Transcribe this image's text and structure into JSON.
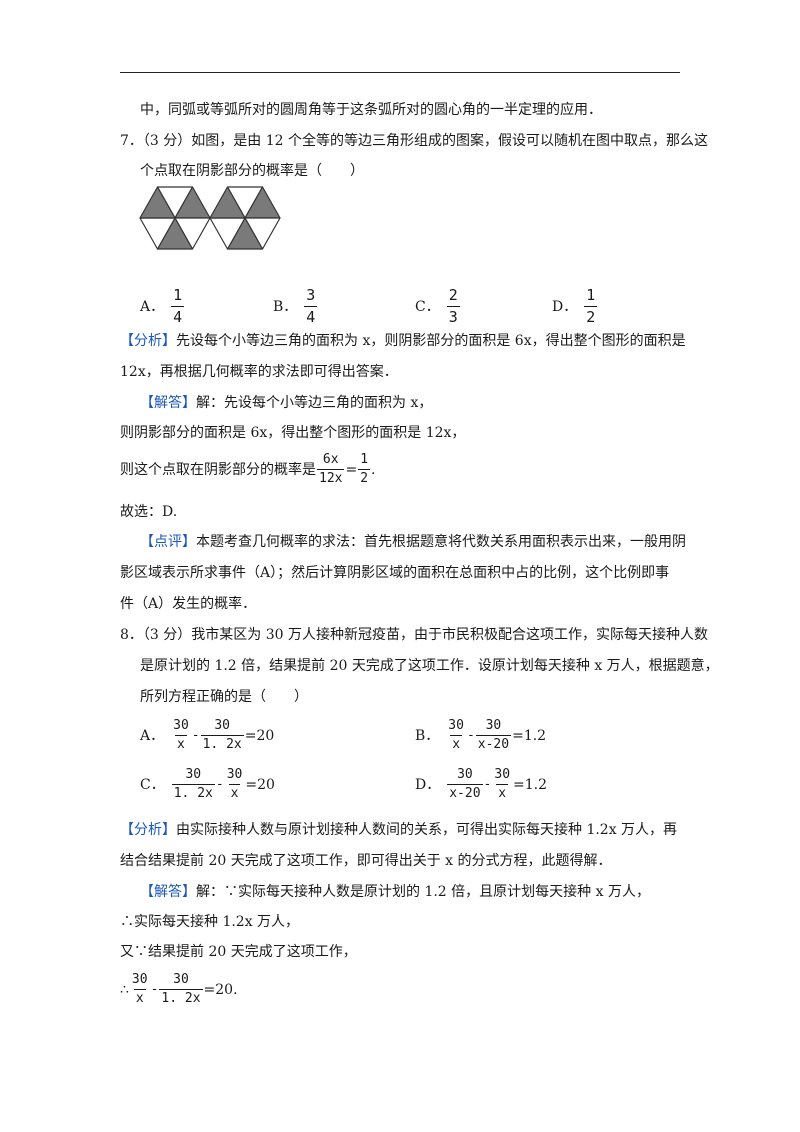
{
  "line_top": "中，同弧或等弧所对的圆周角等于这条弧所对的圆心角的一半定理的应用．",
  "q7": {
    "stem_1": "7．（3 分）如图，是由 12 个全等的等边三角形组成的图案，假设可以随机在图中取点，那么这",
    "stem_2": "个点取在阴影部分的概率是（　　）",
    "options": [
      {
        "label": "A．",
        "num": "1",
        "den": "4"
      },
      {
        "label": "B．",
        "num": "3",
        "den": "4"
      },
      {
        "label": "C．",
        "num": "2",
        "den": "3"
      },
      {
        "label": "D．",
        "num": "1",
        "den": "2"
      }
    ],
    "analysis_tag": "【分析】",
    "analysis_1": "先设每个小等边三角的面积为 x，则阴影部分的面积是 6x，得出整个图形的面积是",
    "analysis_2": "12x，再根据几何概率的求法即可得出答案．",
    "answer_tag": "【解答】",
    "answer_1": "解：先设每个小等边三角的面积为 x，",
    "answer_2": "则阴影部分的面积是 6x，得出整个图形的面积是 12x，",
    "answer_3_pre": "则这个点取在阴影部分的概率是",
    "answer_3_frac1_num": "6x",
    "answer_3_frac1_den": "12x",
    "answer_3_eq": "=",
    "answer_3_frac2_num": "1",
    "answer_3_frac2_den": "2",
    "answer_3_post": ".",
    "choice": "故选：D.",
    "comment_tag": "【点评】",
    "comment_1": "本题考查几何概率的求法：首先根据题意将代数关系用面积表示出来，一般用阴",
    "comment_2": "影区域表示所求事件（A）；然后计算阴影区域的面积在总面积中占的比例，这个比例即事",
    "comment_3": "件（A）发生的概率．"
  },
  "q8": {
    "stem_1": "8．（3 分）我市某区为 30 万人接种新冠疫苗，由于市民积极配合这项工作，实际每天接种人数",
    "stem_2": "是原计划的 1.2 倍，结果提前 20 天完成了这项工作．设原计划每天接种 x 万人，根据题意，",
    "stem_3": "所列方程正确的是（　　）",
    "options": [
      {
        "label": "A．",
        "n1": "30",
        "d1": "x",
        "n2": "30",
        "d2": "1. 2x",
        "rhs": "=20"
      },
      {
        "label": "B．",
        "n1": "30",
        "d1": "x",
        "n2": "30",
        "d2": "x-20",
        "rhs": "=1.2"
      },
      {
        "label": "C．",
        "n1": "30",
        "d1": "1. 2x",
        "n2": "30",
        "d2": "x",
        "rhs": "=20"
      },
      {
        "label": "D．",
        "n1": "30",
        "d1": "x-20",
        "n2": "30",
        "d2": "x",
        "rhs": "=1.2"
      }
    ],
    "minus": "-",
    "analysis_tag": "【分析】",
    "analysis_1": "由实际接种人数与原计划接种人数间的关系，可得出实际每天接种 1.2x 万人，再",
    "analysis_2": "结合结果提前 20 天完成了这项工作，即可得出关于 x 的分式方程，此题得解．",
    "answer_tag": "【解答】",
    "answer_1": "解：∵实际每天接种人数是原计划的 1.2 倍，且原计划每天接种 x 万人，",
    "answer_2": "∴实际每天接种 1.2x 万人，",
    "answer_3": "又∵结果提前 20 天完成了这项工作，",
    "answer_4_pre": "∴",
    "answer_4_n1": "30",
    "answer_4_d1": "x",
    "answer_4_n2": "30",
    "answer_4_d2": "1. 2x",
    "answer_4_rhs": "=20."
  },
  "colors": {
    "tag": "#1b57b8",
    "shade": "#7a7a7a"
  }
}
